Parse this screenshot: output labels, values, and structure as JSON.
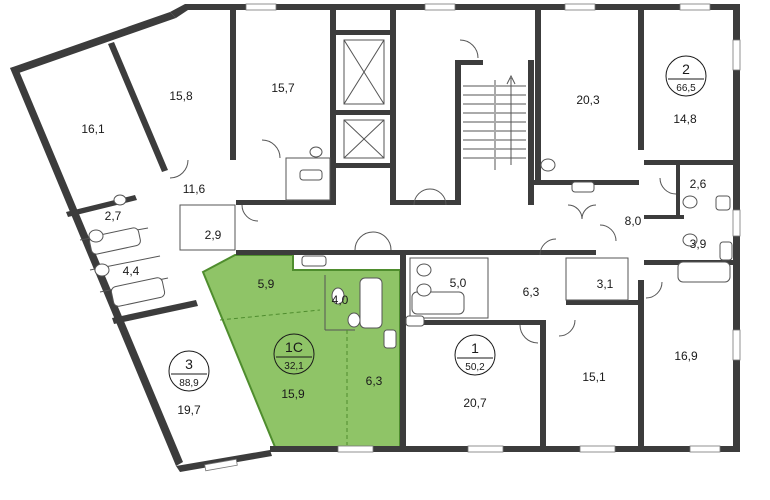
{
  "colors": {
    "highlight_fill": "#8fc467",
    "highlight_stroke": "#4f8d2e",
    "wall": "#3c3c3c",
    "background": "#ffffff"
  },
  "apartments": [
    {
      "id": "1С",
      "total": "32,1",
      "highlighted": true
    },
    {
      "id": "1",
      "total": "50,2",
      "highlighted": false
    },
    {
      "id": "2",
      "total": "66,5",
      "highlighted": false
    },
    {
      "id": "3",
      "total": "88,9",
      "highlighted": false
    }
  ],
  "room_areas": [
    "16,1",
    "15,8",
    "15,7",
    "11,6",
    "2,7",
    "2,9",
    "4,4",
    "19,7",
    "5,9",
    "4,0",
    "15,9",
    "6,3",
    "5,0",
    "6,3",
    "3,1",
    "20,7",
    "15,1",
    "20,3",
    "14,8",
    "2,6",
    "8,0",
    "3,9",
    "16,9"
  ],
  "icons": [
    "stair-icon",
    "elevator-icon",
    "bathtub-icon",
    "toilet-icon",
    "sink-icon",
    "door-swing-icon"
  ]
}
